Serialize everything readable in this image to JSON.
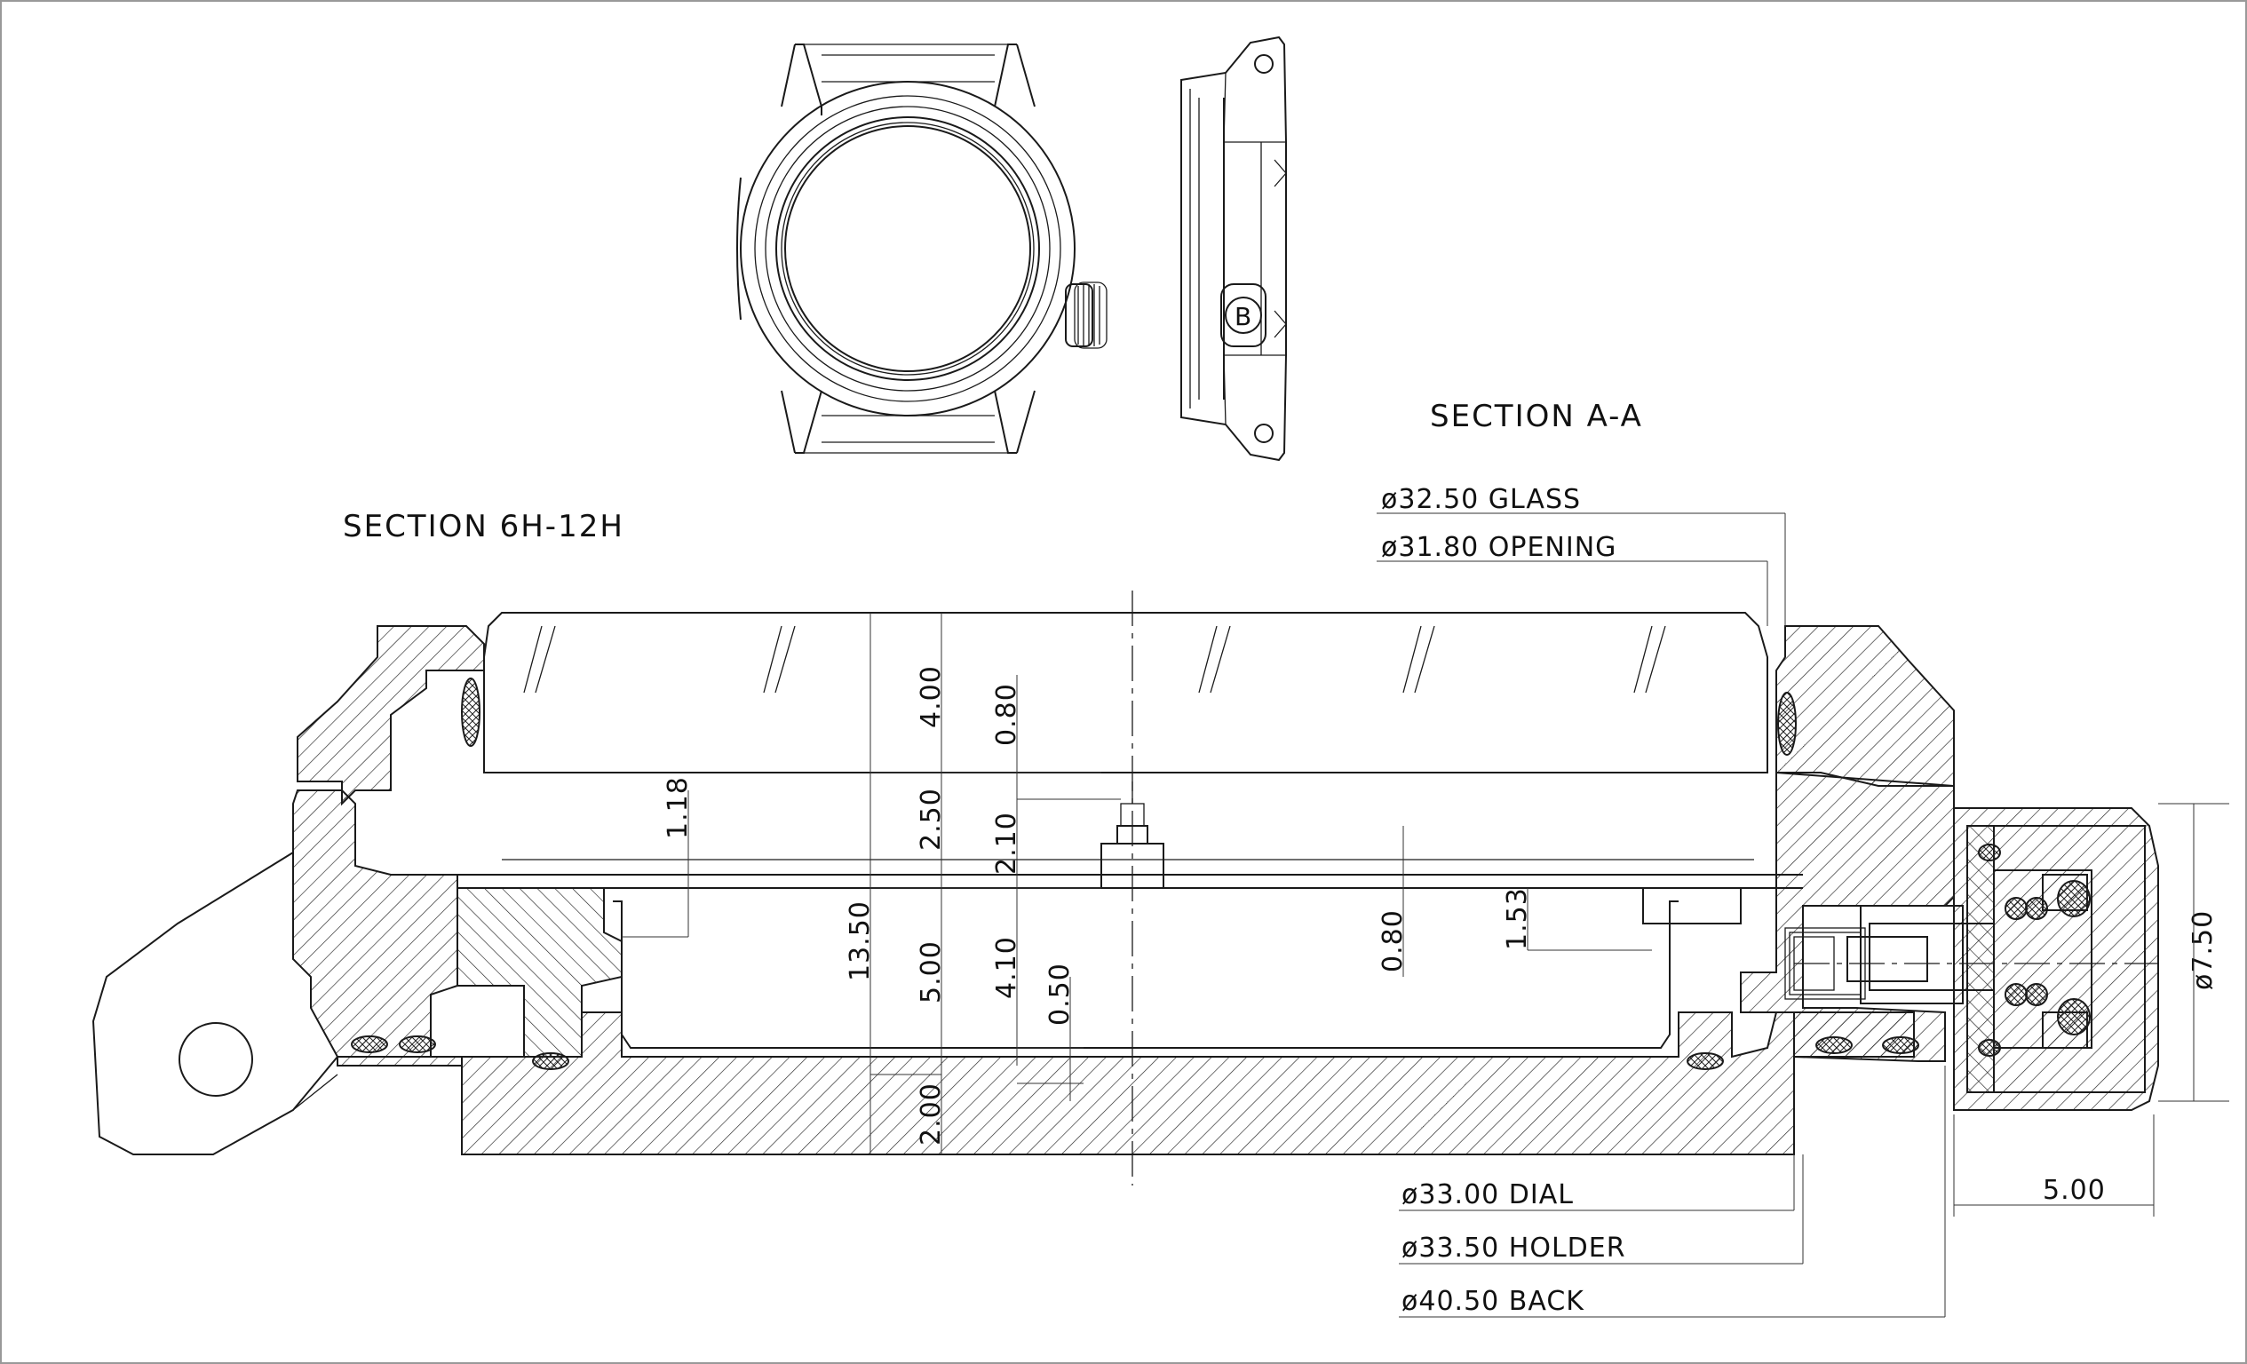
{
  "titles": {
    "section_aa": "SECTION A-A",
    "section_main": "SECTION 6H-12H"
  },
  "callouts": {
    "glass": "ø32.50 GLASS",
    "opening": "ø31.80 OPENING",
    "dial": "ø33.00 DIAL",
    "holder": "ø33.50 HOLDER",
    "back": "ø40.50 BACK"
  },
  "dimensions": {
    "d_4_00": "4.00",
    "d_0_80_top": "0.80",
    "d_2_50": "2.50",
    "d_2_10": "2.10",
    "d_1_18": "1.18",
    "d_13_50": "13.50",
    "d_5_00_v": "5.00",
    "d_4_10": "4.10",
    "d_0_50": "0.50",
    "d_2_00": "2.00",
    "d_0_80_right": "0.80",
    "d_1_53": "1.53",
    "d_7_50": "ø7.50",
    "d_5_00_h": "5.00"
  },
  "icons": {
    "crown_logo": "B"
  }
}
